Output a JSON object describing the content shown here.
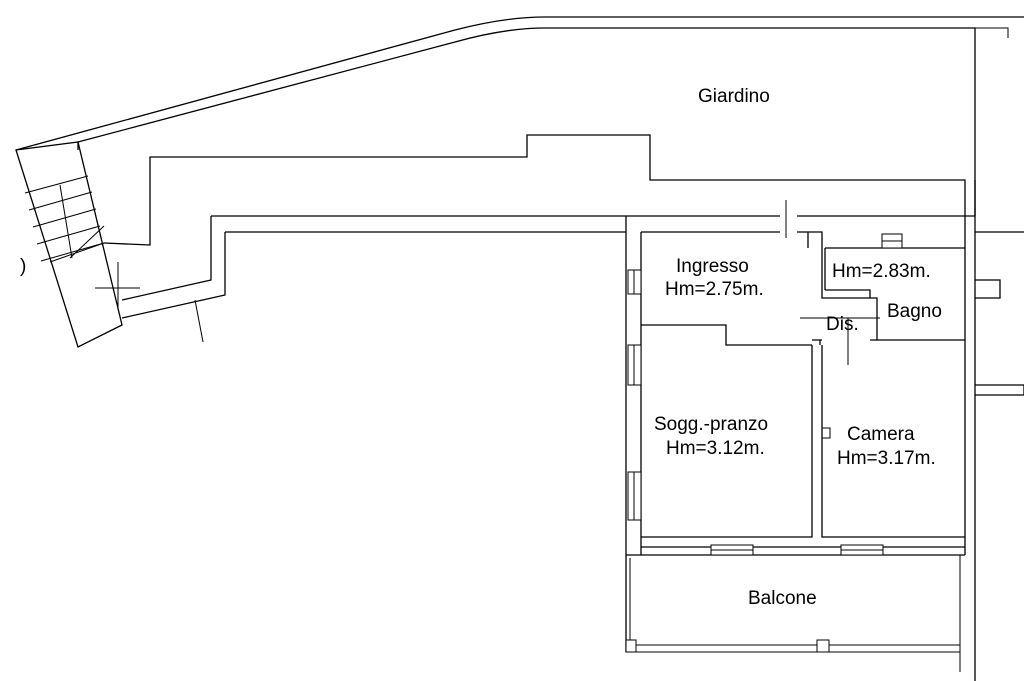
{
  "plan": {
    "rooms": [
      {
        "id": "giardino",
        "name": "Giardino",
        "height": ""
      },
      {
        "id": "ingresso",
        "name": "Ingresso",
        "height": "Hm=2.75m."
      },
      {
        "id": "bagno",
        "name": "Bagno",
        "height": "Hm=2.83m."
      },
      {
        "id": "disimpegno",
        "name": "Dis.",
        "height": ""
      },
      {
        "id": "soggiorno",
        "name": "Sogg.-pranzo",
        "height": "Hm=3.12m."
      },
      {
        "id": "camera",
        "name": "Camera",
        "height": "Hm=3.17m."
      },
      {
        "id": "balcone",
        "name": "Balcone",
        "height": ""
      }
    ],
    "edge_mark": ")"
  }
}
